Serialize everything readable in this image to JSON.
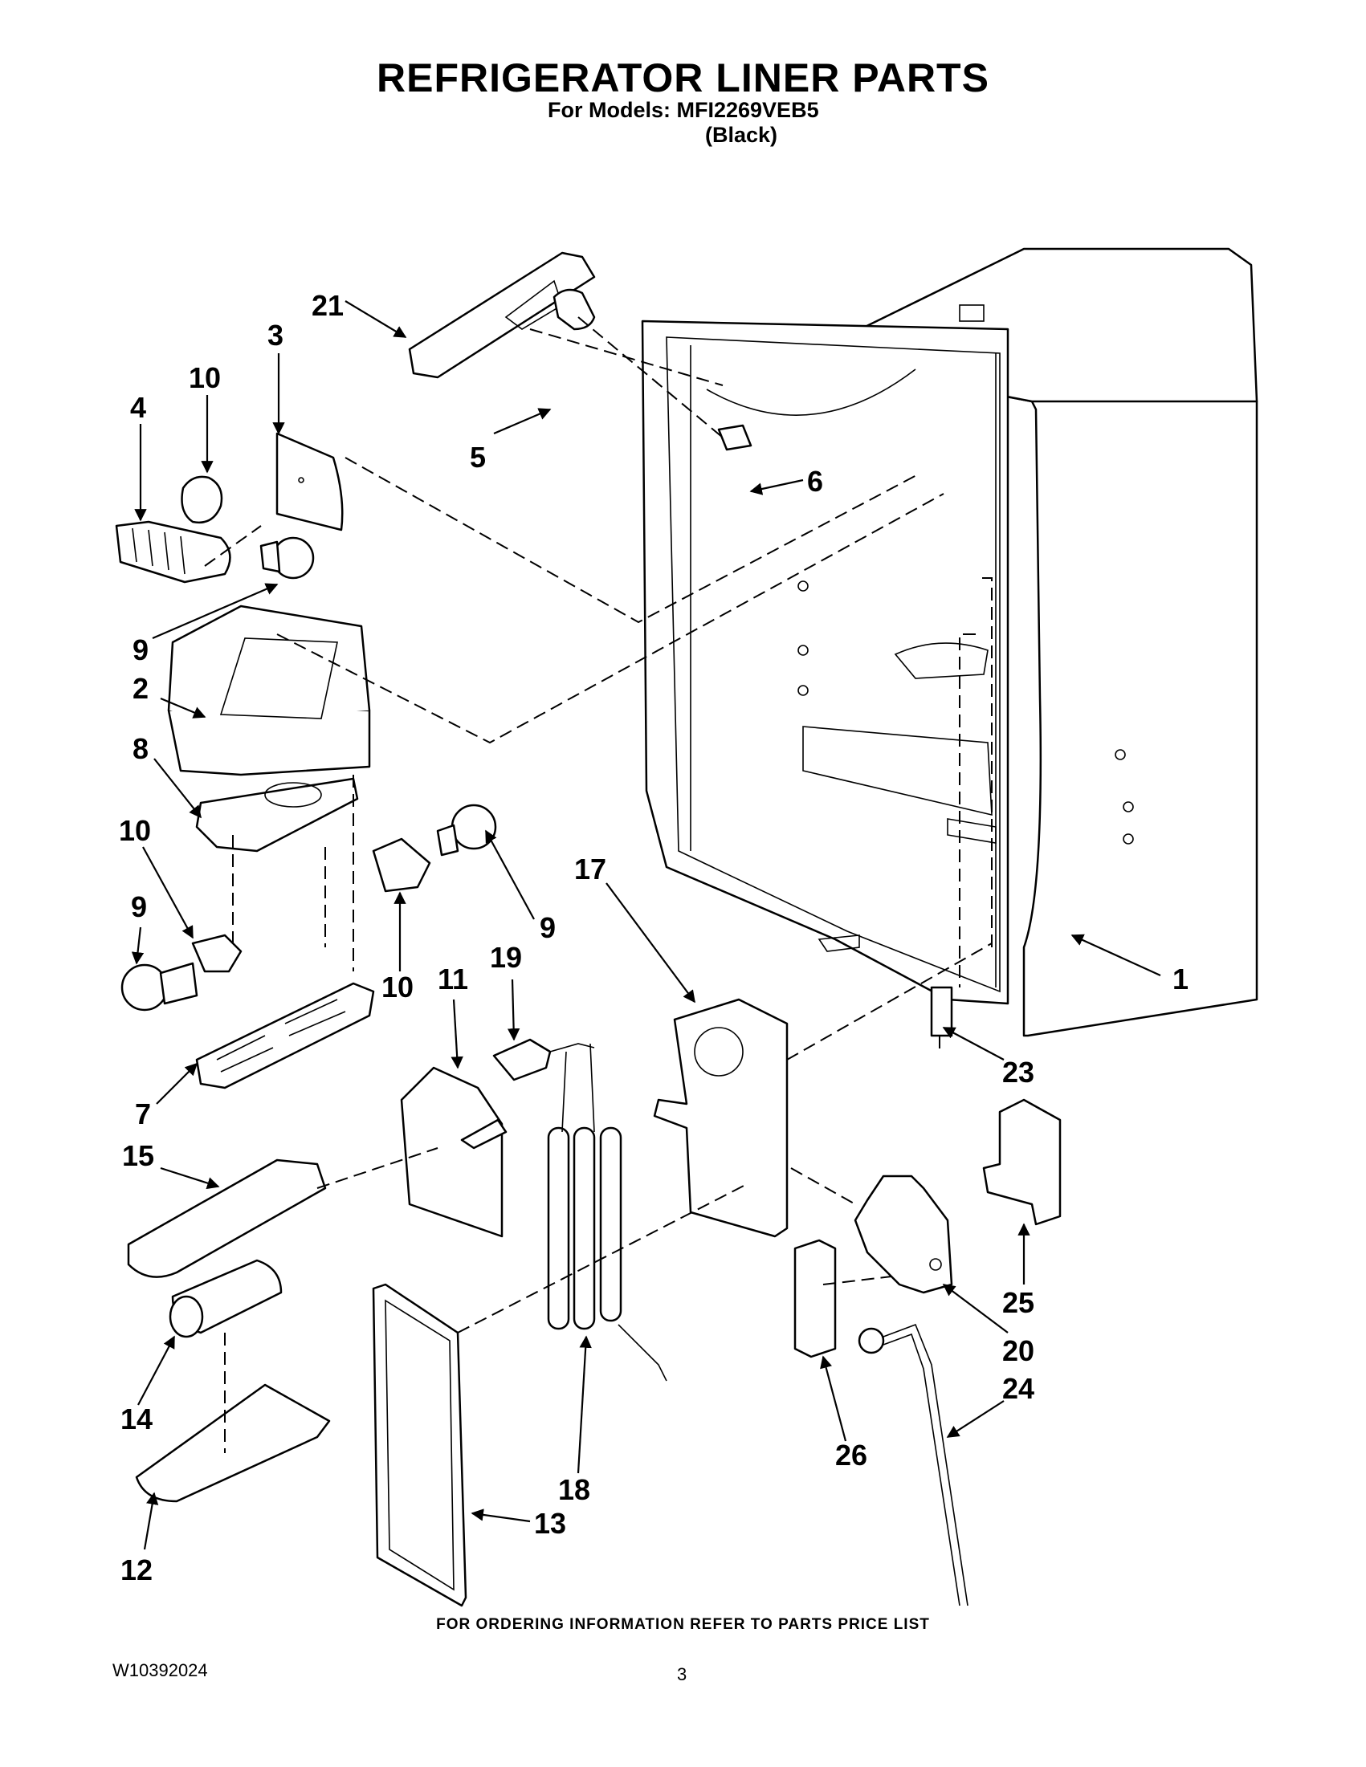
{
  "header": {
    "title": "REFRIGERATOR LINER PARTS",
    "models_line": "For Models: MFI2269VEB5",
    "color_line": "(Black)"
  },
  "footer": {
    "ordering_note": "FOR ORDERING INFORMATION REFER TO PARTS PRICE LIST",
    "document_number": "W10392024",
    "page_number": "3"
  },
  "callouts": {
    "c1": "1",
    "c2": "2",
    "c3": "3",
    "c4": "4",
    "c5": "5",
    "c6": "6",
    "c7": "7",
    "c8": "8",
    "c9a": "9",
    "c9b": "9",
    "c9c": "9",
    "c10a": "10",
    "c10b": "10",
    "c10c": "10",
    "c11": "11",
    "c12": "12",
    "c13": "13",
    "c14": "14",
    "c15": "15",
    "c17": "17",
    "c18": "18",
    "c19": "19",
    "c20": "20",
    "c21": "21",
    "c23": "23",
    "c24": "24",
    "c25": "25",
    "c26": "26"
  }
}
